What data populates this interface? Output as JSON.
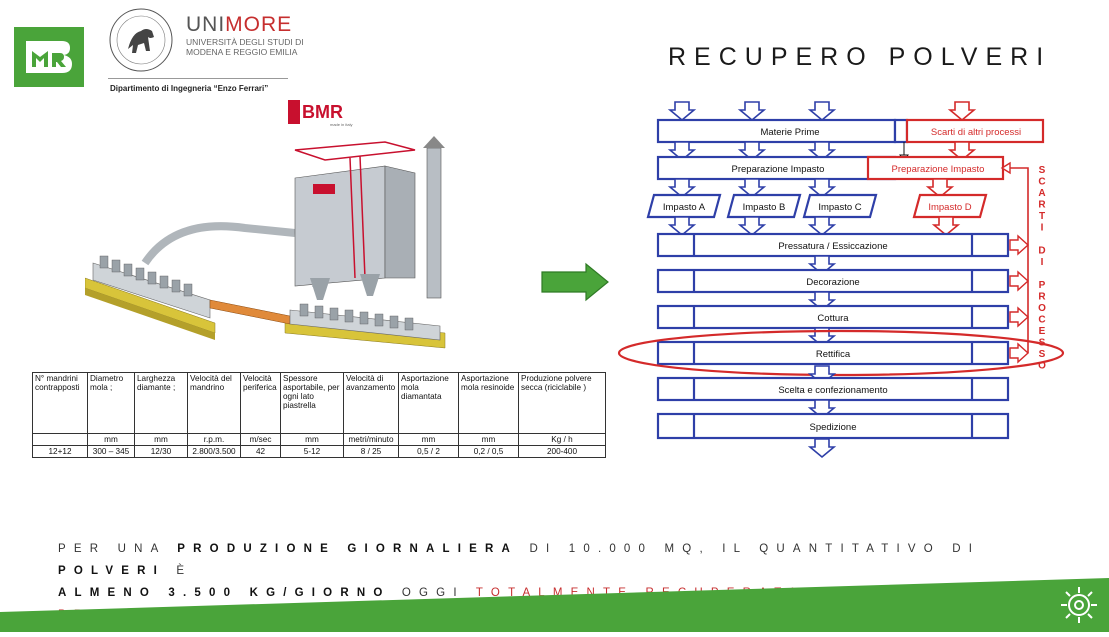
{
  "header": {
    "bmr_logo_text": "BMR",
    "university_name_part1": "UNI",
    "university_name_part2": "MORE",
    "university_subtitle_line1": "UNIVERSITÀ DEGLI STUDI DI",
    "university_subtitle_line2": "MODENA E REGGIO EMILIA",
    "department": "Dipartimento di Ingegneria “Enzo Ferrari”"
  },
  "plant": {
    "badge_text": "BMR",
    "badge_tagline": "made in italy"
  },
  "table": {
    "headers": [
      "N° mandrini contrapposti",
      "Diametro mola ;",
      "Larghezza diamante ;",
      "Velocità del mandrino",
      "Velocità periferica",
      "Spessore asportabile, per ogni lato piastrella",
      "Velocità di avanzamento",
      "Asportazione mola diamantata",
      "Asportazione mola resinoide",
      "Produzione polvere secca (riciclabile )"
    ],
    "units": [
      "",
      "mm",
      "mm",
      "r.p.m.",
      "m/sec",
      "mm",
      "metri/minuto",
      "mm",
      "mm",
      "Kg / h"
    ],
    "values": [
      "12+12",
      "300 – 345",
      "12/30",
      "2.800/3.500",
      "42",
      "5-12",
      "8 / 25",
      "0,5 / 2",
      "0,2 / 0,5",
      "200-400"
    ]
  },
  "title": "RECUPERO POLVERI",
  "flow": {
    "materie_prime": "Materie Prime",
    "scarti_altri": "Scarti di altri processi",
    "prep_impasto_blue": "Preparazione Impasto",
    "prep_impasto_red": "Preparazione Impasto",
    "impasto_a": "Impasto A",
    "impasto_b": "Impasto B",
    "impasto_c": "Impasto C",
    "impasto_d": "Impasto D",
    "pressatura": "Pressatura / Essiccazione",
    "decorazione": "Decorazione",
    "cottura": "Cottura",
    "rettifica": "Rettifica",
    "scelta": "Scelta e confezionamento",
    "spedizione": "Spedizione",
    "side_label": [
      "S",
      "C",
      "A",
      "R",
      "T",
      "I",
      "",
      "D",
      "I",
      "",
      "P",
      "R",
      "O",
      "C",
      "E",
      "S",
      "S",
      "O"
    ],
    "colors": {
      "blue": "#2e3fa8",
      "red": "#d42a2a"
    }
  },
  "statement": {
    "p1": "PER UNA ",
    "b1": "PRODUZIONE GIORNALIERA",
    "p2": " DI 10.000 MQ, IL QUANTITATIVO DI ",
    "b2": "POLVERI",
    "p3": " È",
    "b3": "ALMENO 3.500 KG/GIORNO",
    "p4": " OGGI ",
    "r1": "TOTALMENTE RECUPERATA NEL CICLO PRODUTTIVO",
    "p5": " ."
  },
  "colors": {
    "green": "#4aa43a",
    "red": "#c62e2e",
    "blue": "#2e3fa8"
  },
  "icons": {
    "gear": "gear-icon",
    "arrow": "right-arrow-icon"
  }
}
